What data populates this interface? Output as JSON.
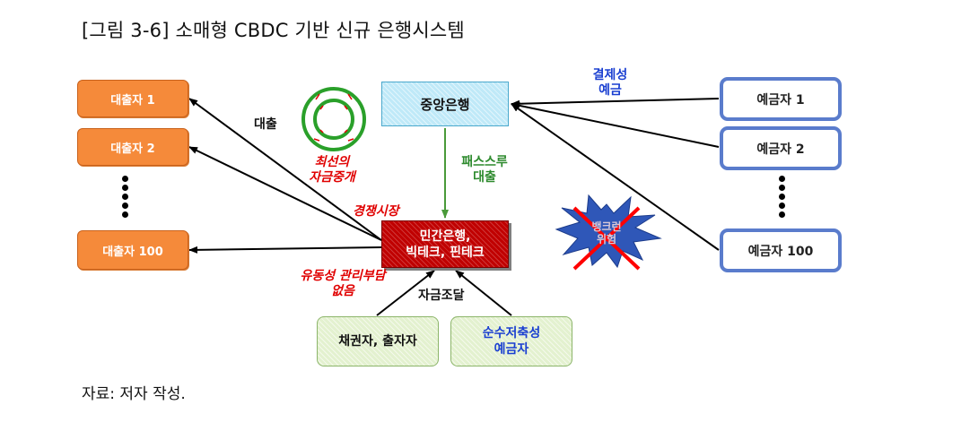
{
  "title": "[그림 3-6] 소매형 CBDC 기반 신규 은행시스템",
  "source": "자료: 저자 작성.",
  "nodes": {
    "central_bank": "중앙은행",
    "private_bank_line1": "민간은행,",
    "private_bank_line2": "빅테크, 핀테크",
    "borrowers": [
      "대출자 1",
      "대출자 2",
      "대출자  100"
    ],
    "depositors": [
      "예금자 1",
      "예금자 2",
      "예금자 100"
    ],
    "creditors": "채권자, 출자자",
    "pure_saving_line1": "순수저축성",
    "pure_saving_line2": "예금자"
  },
  "labels": {
    "loan": "대출",
    "optimal_line1": "최선의",
    "optimal_line2": "자금중개",
    "competitive_market": "경쟁시장",
    "pass_through_line1": "패스스루",
    "pass_through_line2": "대출",
    "settlement_line1": "결제성",
    "settlement_line2": "예금",
    "liquidity_line1": "유동성 관리부담",
    "liquidity_line2": "없음",
    "funding": "자금조달",
    "burst_line1": "뱅크런",
    "burst_line2": "위험"
  },
  "colors": {
    "borrower_fill": "#f58a3a",
    "central_fill": "#bfe9f8",
    "private_fill": "#c00000",
    "depositor_border": "#5a7ccc",
    "green_fill": "#e3f1cf",
    "cross_red": "#ff0000",
    "burst_blue": "#2f57b8"
  }
}
